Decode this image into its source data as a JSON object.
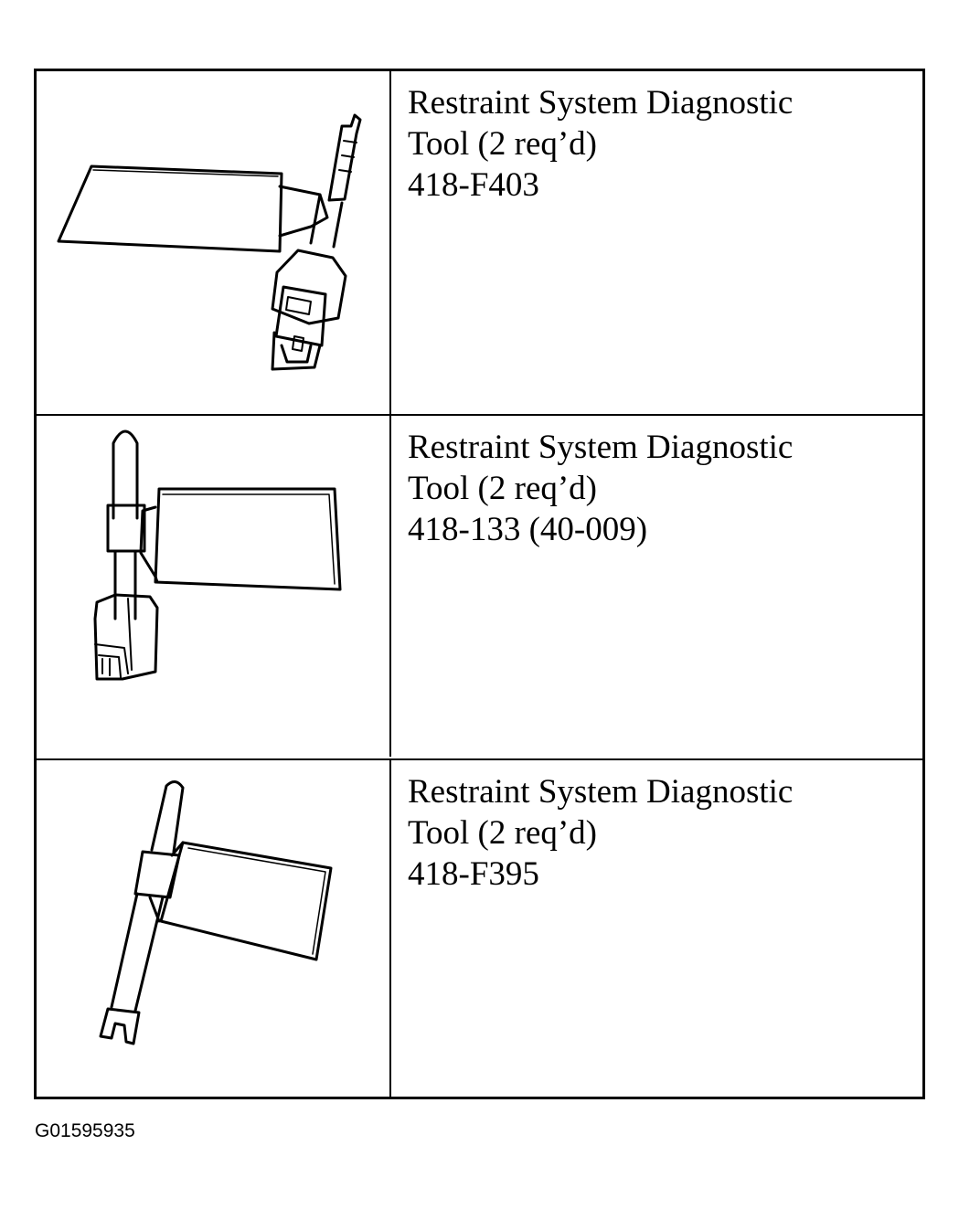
{
  "tools": [
    {
      "icon": "diagnostic-tool-connector-large-icon",
      "line1": "Restraint System Diagnostic",
      "line2": "Tool (2 req’d)",
      "part_number": "418-F403"
    },
    {
      "icon": "diagnostic-tool-connector-medium-icon",
      "line1": "Restraint System Diagnostic",
      "line2": "Tool (2 req’d)",
      "part_number": "418-133 (40-009)"
    },
    {
      "icon": "diagnostic-tool-connector-pin-icon",
      "line1": "Restraint System Diagnostic",
      "line2": "Tool (2 req’d)",
      "part_number": "418-F395"
    }
  ],
  "figure_id": "G01595935"
}
